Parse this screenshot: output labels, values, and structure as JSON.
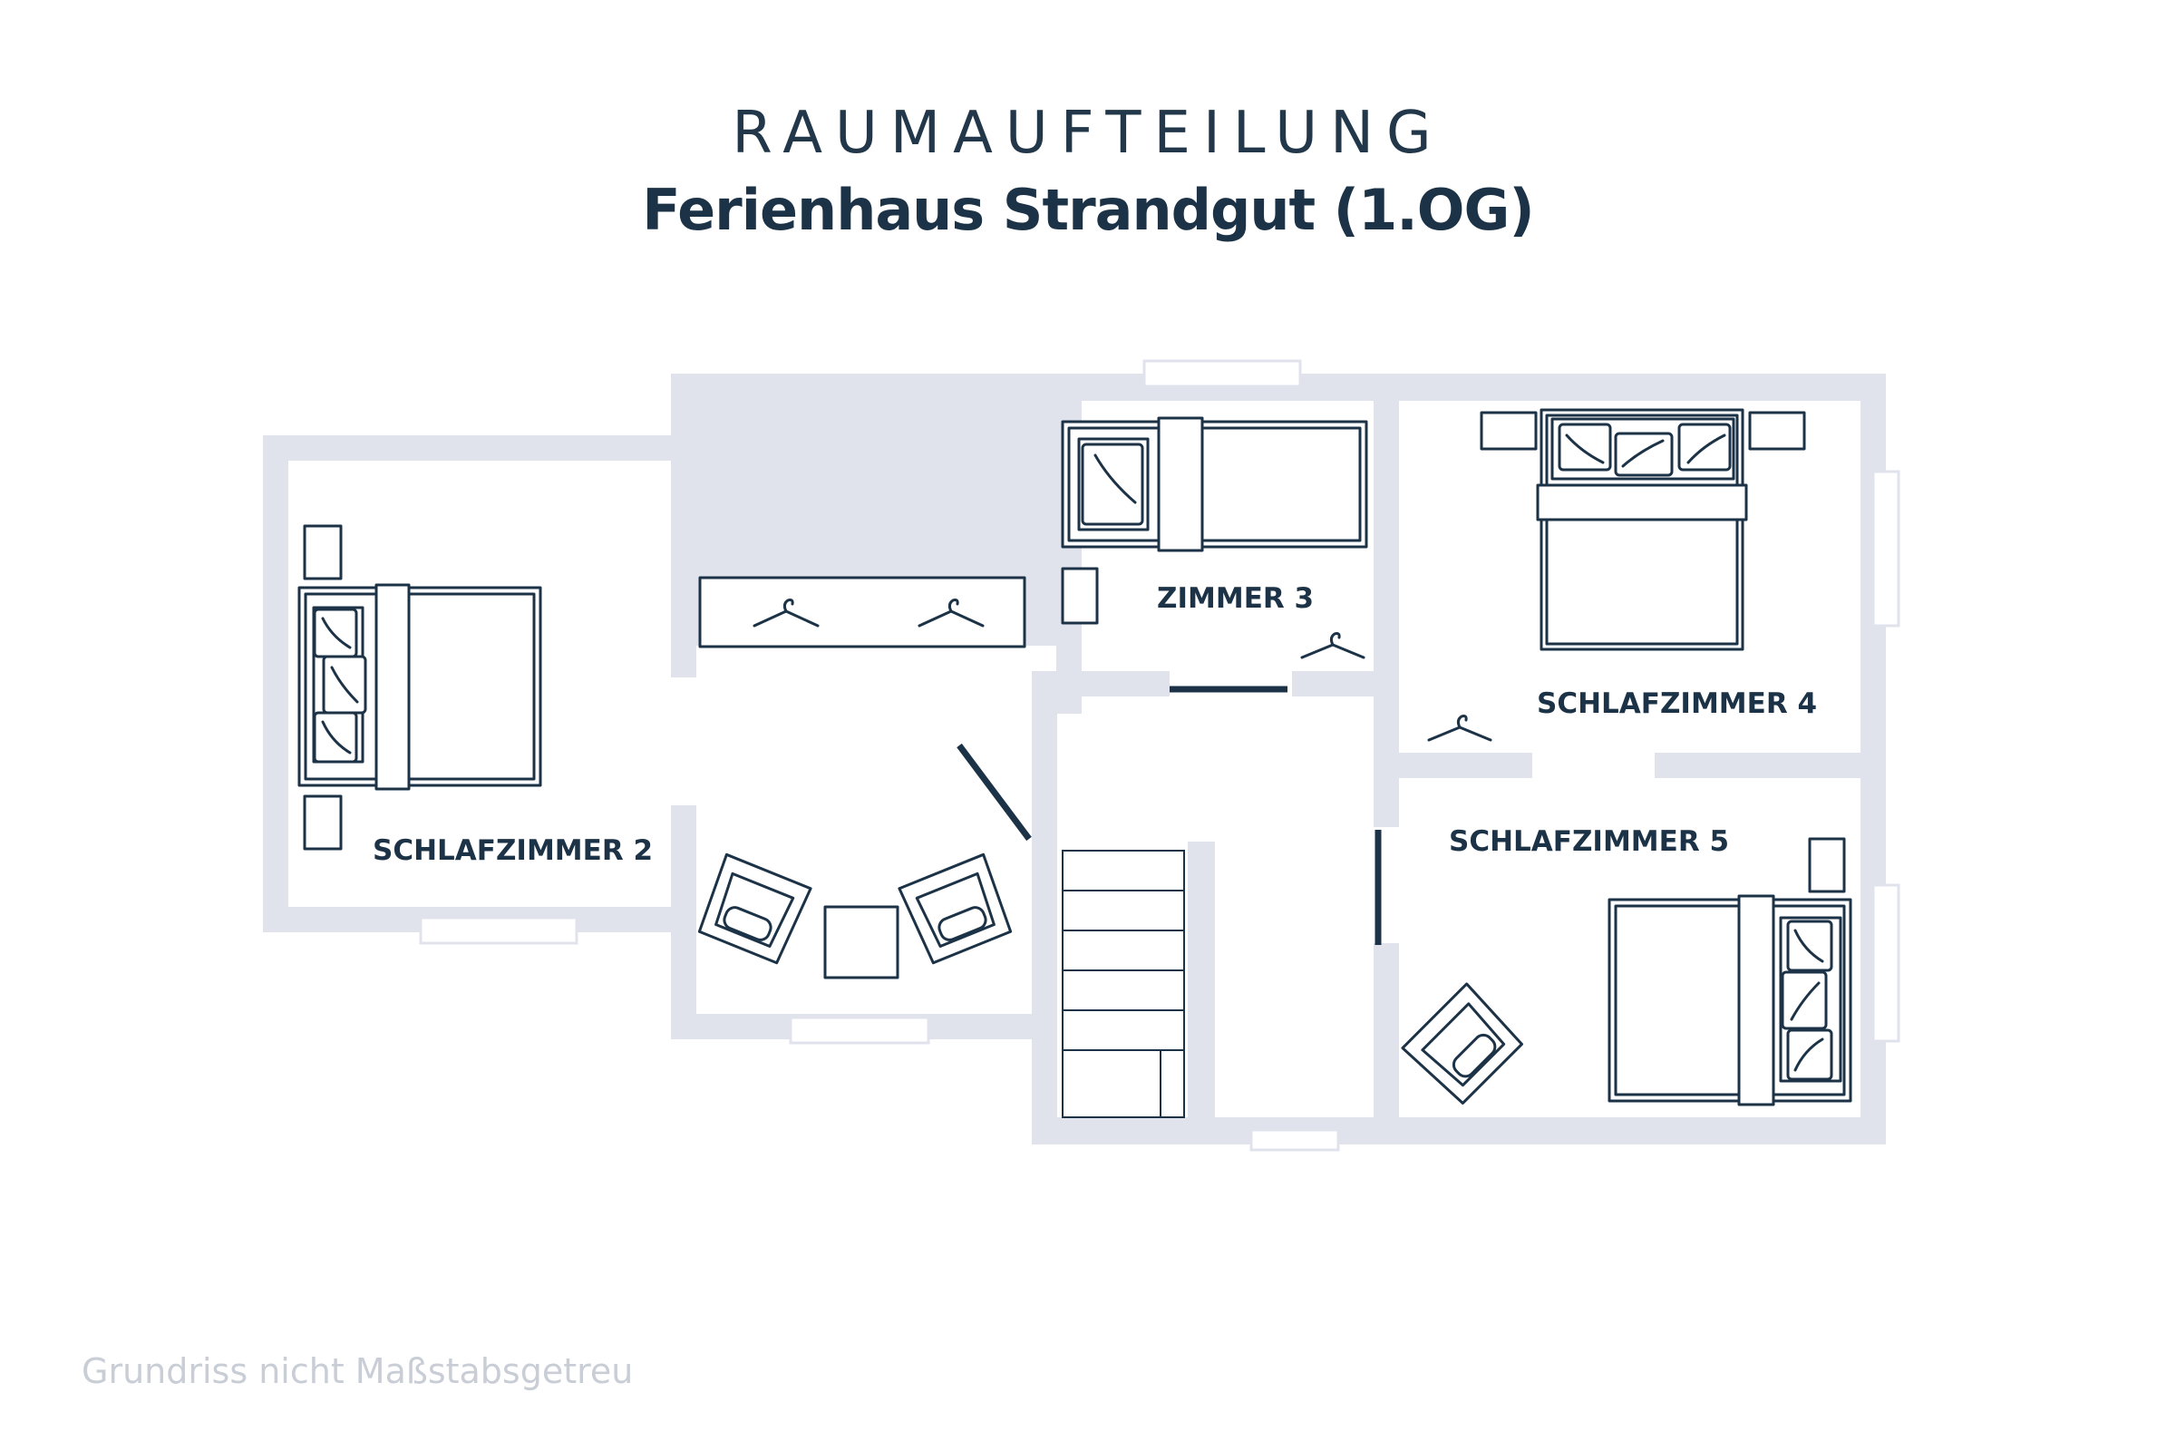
{
  "header": {
    "title": "RAUMAUFTEILUNG",
    "subtitle": "Ferienhaus Strandgut (1.OG)"
  },
  "rooms": {
    "schlafzimmer_2": "SCHLAFZIMMER 2",
    "zimmer_3": "ZIMMER 3",
    "schlafzimmer_4": "SCHLAFZIMMER 4",
    "schlafzimmer_5": "SCHLAFZIMMER 5"
  },
  "footer": {
    "note": "Grundriss nicht Maßstabsgetreu"
  },
  "colors": {
    "wall": "#e1e3ec",
    "line": "#1c3246",
    "note": "#c9cdd6"
  },
  "icons": [
    "bed-icon",
    "pillow-icon",
    "nightstand-icon",
    "hanger-icon",
    "armchair-icon",
    "door-icon",
    "stairs-icon",
    "window-icon"
  ]
}
